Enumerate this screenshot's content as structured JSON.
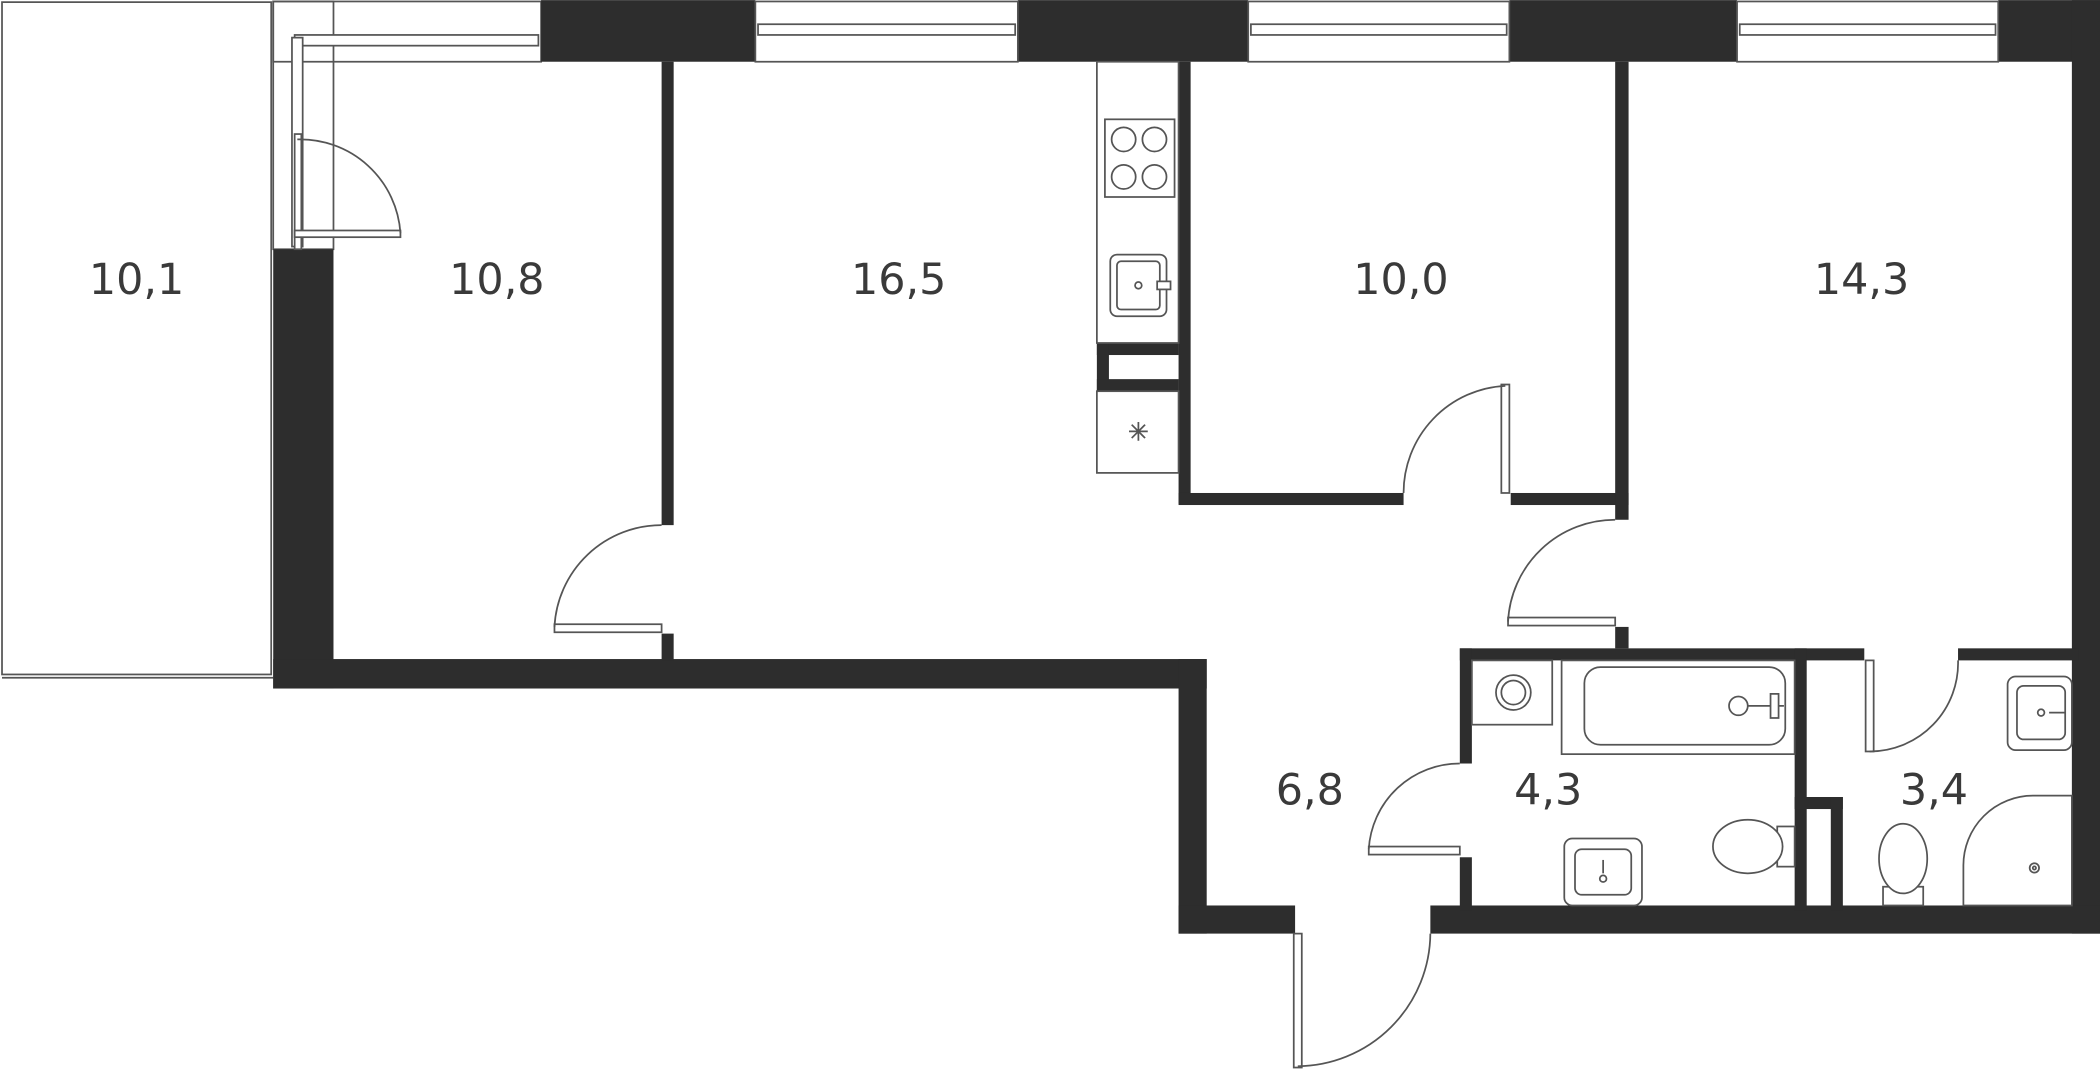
{
  "plan": {
    "rooms": [
      {
        "id": "balcony",
        "area": "10,1"
      },
      {
        "id": "bedroom-1",
        "area": "10,8"
      },
      {
        "id": "kitchen-living",
        "area": "16,5"
      },
      {
        "id": "bedroom-2",
        "area": "10,0"
      },
      {
        "id": "bedroom-3",
        "area": "14,3"
      },
      {
        "id": "hallway",
        "area": "6,8"
      },
      {
        "id": "bathroom",
        "area": "4,3"
      },
      {
        "id": "wc-shower",
        "area": "3,4"
      }
    ],
    "colors": {
      "wall": "#2d2d2d",
      "line": "#555555",
      "text": "#3a3a3a",
      "background": "#ffffff"
    }
  }
}
